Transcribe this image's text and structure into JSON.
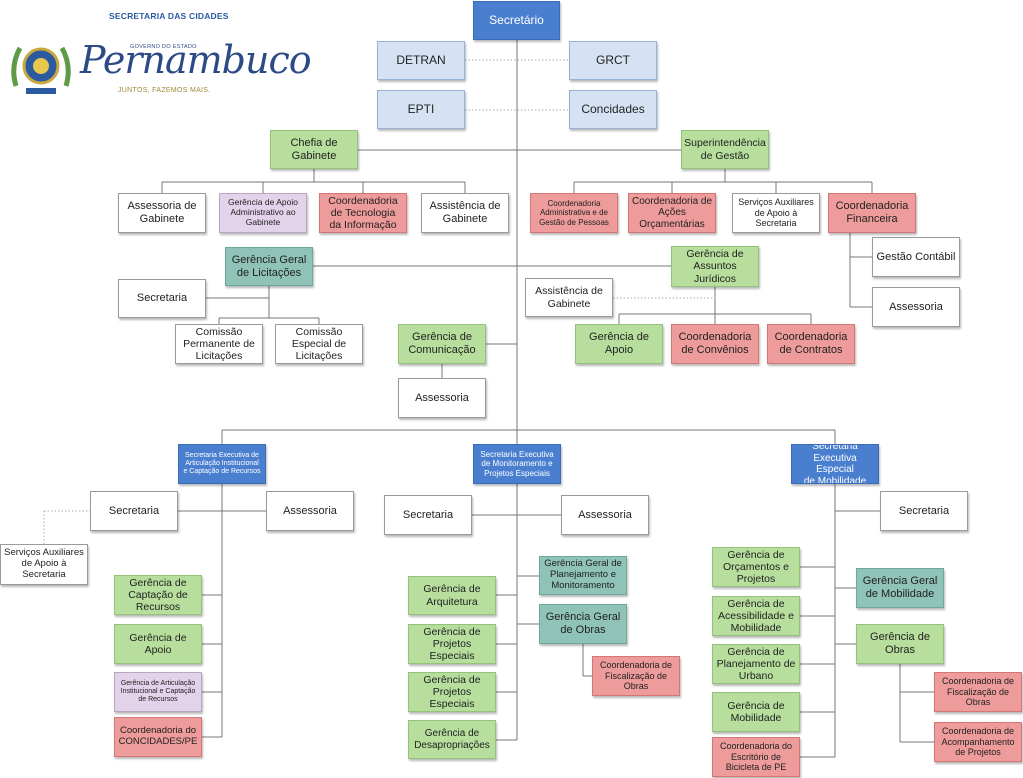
{
  "header": {
    "secretaria": "SECRETARIA DAS CIDADES",
    "governo": "GOVERNO DO ESTADO",
    "estado": "Pernambuco",
    "slogan": "JUNTOS, FAZEMOS MAIS."
  },
  "colors": {
    "blue": "#4a7fd0",
    "light_blue": "#d5e2f4",
    "green": "#b7de9d",
    "teal": "#8fc3b8",
    "red": "#ee9b9b",
    "white": "#ffffff",
    "lilac": "#e3d3ea",
    "line": "#777777"
  },
  "nodes": {
    "secretario": "Secretário",
    "detran": "DETRAN",
    "grct": "GRCT",
    "epti": "EPTI",
    "concidades": "Concidades",
    "chefia": "Chefia de\nGabinete",
    "superintendencia": "Superintendência\nde Gestão",
    "assessoria_gabinete": "Assessoria de\nGabinete",
    "ger_apoio_adm": "Gerência de Apoio\nAdministrativo ao\nGabinete",
    "coord_ti": "Coordenadoria\nde Tecnologia\nda Informação",
    "assistencia_gab1": "Assistência de\nGabinete",
    "coord_adm": "Coordenadoria\nAdministrativa e de\nGestão de Pessoas",
    "coord_acoes": "Coordenadoria de\nAções\nOrçamentárias",
    "servicos_aux1": "Serviços Auxiliares\nde Apoio à\nSecretaria",
    "coord_fin": "Coordenadoria\nFinanceira",
    "gestao_contabil": "Gestão Contábil",
    "assessoria_fin": "Assessoria",
    "ggl": "Gerência Geral\nde Licitações",
    "secretaria_ggl": "Secretaria",
    "comissao_perm": "Comissão\nPermanente de\nLicitações",
    "comissao_esp": "Comissão\nEspecial de\nLicitações",
    "ger_juridicos": "Gerência de\nAssuntos\nJurídicos",
    "assistencia_gab2": "Assistência de\nGabinete",
    "ger_apoio": "Gerência de\nApoio",
    "coord_convenios": "Coordenadoria\nde Convênios",
    "coord_contratos": "Coordenadoria\nde Contratos",
    "ger_comunicacao": "Gerência de\nComunicação",
    "assessoria_com": "Assessoria",
    "se_articulacao": "Secretaria Executiva de\nArticulação Institucional\ne Captação de Recursos",
    "se_monitoramento": "Secretaria Executiva\nde Monitoramento e\nProjetos Especiais",
    "se_mobilidade": "Secretaria\nExecutiva Especial\nde Mobilidade",
    "secretaria_l": "Secretaria",
    "assessoria_l": "Assessoria",
    "servicos_aux2": "Serviços Auxiliares\nde Apoio à\nSecretaria",
    "ger_captacao": "Gerência de\nCaptação de\nRecursos",
    "ger_apoio_l": "Gerência de\nApoio",
    "ger_articulacao": "Gerência de Articulação\nInstitucional e Captação\nde Recursos",
    "coord_concidades": "Coordenadoria do\nCONCIDADES/PE",
    "secretaria_m": "Secretaria",
    "assessoria_m": "Assessoria",
    "gg_planejamento": "Gerência Geral de\nPlanejamento e\nMonitoramento",
    "ger_arquitetura": "Gerência de\nArquitetura",
    "gg_obras": "Gerência Geral\nde Obras",
    "ger_proj_esp1": "Gerência de\nProjetos\nEspeciais",
    "coord_fisc_m": "Coordenadoria de\nFiscalização de\nObras",
    "ger_proj_esp2": "Gerência de\nProjetos\nEspeciais",
    "ger_desapropriacoes": "Gerência de\nDesapropriações",
    "secretaria_r": "Secretaria",
    "ger_orcamentos": "Gerência de\nOrçamentos e\nProjetos",
    "gg_mobilidade": "Gerência Geral\nde Mobilidade",
    "ger_acessibilidade": "Gerência de\nAcessibilidade e\nMobilidade",
    "ger_obras_r": "Gerência de\nObras",
    "ger_plan_urbano": "Gerência de\nPlanejamento de\nUrbano",
    "coord_fisc_r": "Coordenadoria de\nFiscalização de\nObras",
    "ger_mobilidade": "Gerência de\nMobilidade",
    "coord_acomp": "Coordenadoria de\nAcompanhamento\nde Projetos",
    "coord_bicicleta": "Coordenadoria do\nEscritório de\nBicicleta de PE"
  }
}
